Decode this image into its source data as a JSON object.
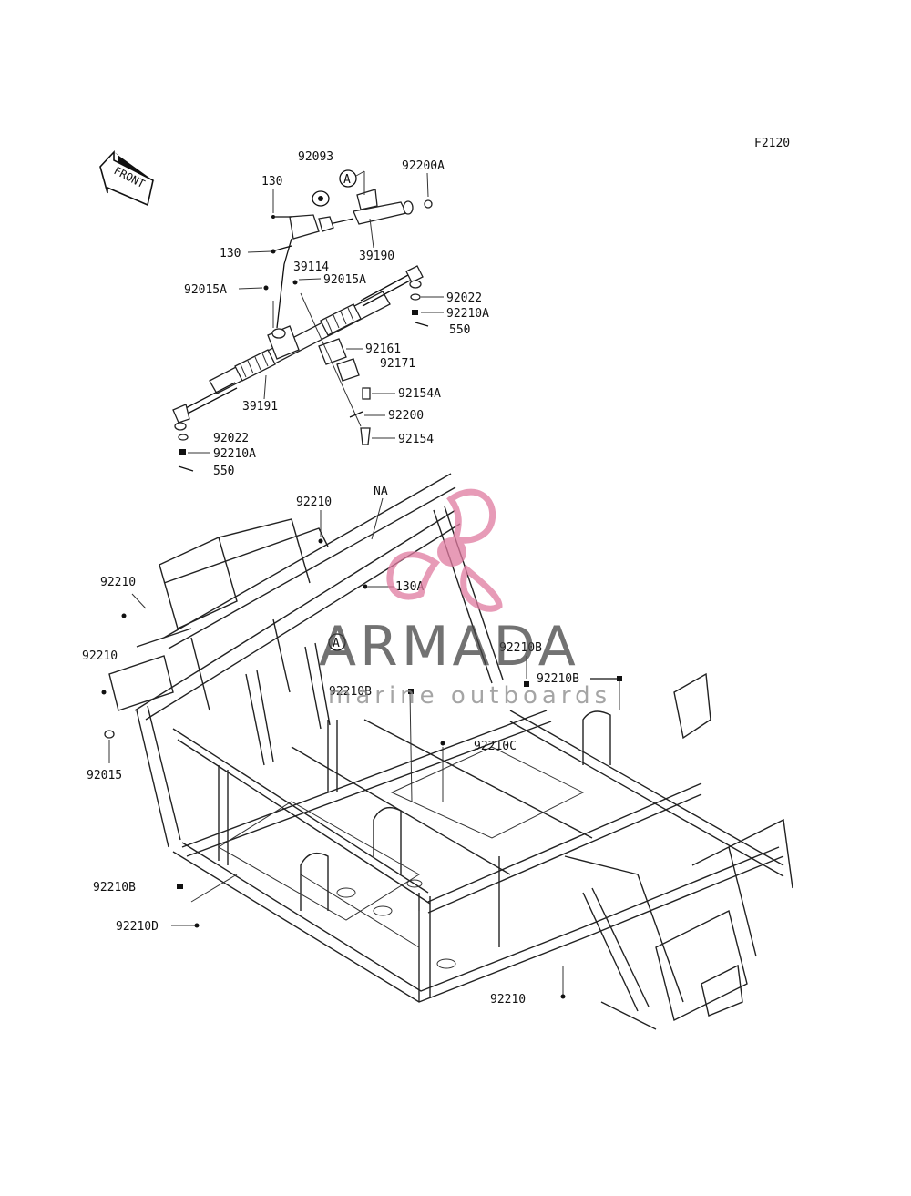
{
  "diagram": {
    "code": "F2120",
    "front_label": "FRONT",
    "callouts": {
      "a": "A"
    },
    "labels": {
      "p92093": "92093",
      "p92200A": "92200A",
      "p130_top": "130",
      "p130_mid": "130",
      "p39190": "39190",
      "p39114": "39114",
      "p92015A_left": "92015A",
      "p92015A_right": "92015A",
      "p92022_right": "92022",
      "p92210A_right": "92210A",
      "p550_right": "550",
      "p92161": "92161",
      "p92171": "92171",
      "p92154A": "92154A",
      "p39191": "39191",
      "p92200": "92200",
      "p92154": "92154",
      "p92022_left": "92022",
      "p92210A_left": "92210A",
      "p550_left": "550",
      "p92210_top": "92210",
      "pNA": "NA",
      "p92210_left1": "92210",
      "p130A": "130A",
      "p92210_left2": "92210",
      "p92210B_mid": "92210B",
      "p92210B_r1": "92210B",
      "p92210B_r2": "92210B",
      "p92210C": "92210C",
      "p92015": "92015",
      "p92210B_low": "92210B",
      "p92210D": "92210D",
      "p92210_bottom": "92210"
    }
  },
  "watermark": {
    "brand": "ARMADA",
    "tagline": "marine outboards",
    "color": "#e07aa0"
  }
}
